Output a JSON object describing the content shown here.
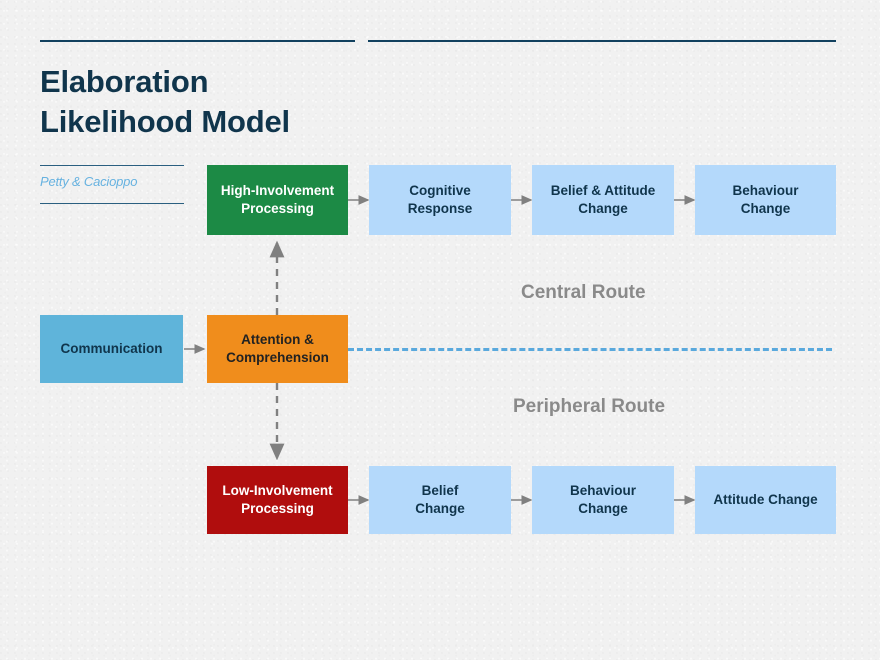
{
  "slide": {
    "title_line1": "Elaboration",
    "title_line2": "Likelihood Model",
    "subtitle": "Petty & Cacioppo",
    "background_color": "#f1f1f1",
    "title_color": "#10354c",
    "subtitle_color": "#67b2e0",
    "rule_color": "#12415f"
  },
  "routes": {
    "central_label": "Central Route",
    "peripheral_label": "Peripheral Route",
    "label_color": "#8a8a8a",
    "divider_color": "#5aa9dd"
  },
  "boxes": {
    "high_involvement": {
      "label": "High-Involvement\nProcessing",
      "color": "#1c8a45",
      "text_color": "#ffffff"
    },
    "cognitive_response": {
      "label": "Cognitive\nResponse",
      "color": "#b4d9fb",
      "text_color": "#10354c"
    },
    "belief_attitude_change": {
      "label": "Belief & Attitude\nChange",
      "color": "#b4d9fb",
      "text_color": "#10354c"
    },
    "behaviour_change_top": {
      "label": "Behaviour\nChange",
      "color": "#b4d9fb",
      "text_color": "#10354c"
    },
    "communication": {
      "label": "Communication",
      "color": "#5fb4da",
      "text_color": "#10354c"
    },
    "attention_comprehension": {
      "label": "Attention &\nComprehension",
      "color": "#f08d1c",
      "text_color": "#222222"
    },
    "low_involvement": {
      "label": "Low-Involvement\nProcessing",
      "color": "#b00d0d",
      "text_color": "#ffffff"
    },
    "belief_change": {
      "label": "Belief\nChange",
      "color": "#b4d9fb",
      "text_color": "#10354c"
    },
    "behaviour_change_bottom": {
      "label": "Behaviour\nChange",
      "color": "#b4d9fb",
      "text_color": "#10354c"
    },
    "attitude_change": {
      "label": "Attitude Change",
      "color": "#b4d9fb",
      "text_color": "#10354c"
    }
  },
  "connectors": {
    "arrow_color": "#808080",
    "dashed_arrow_color": "#808080"
  }
}
